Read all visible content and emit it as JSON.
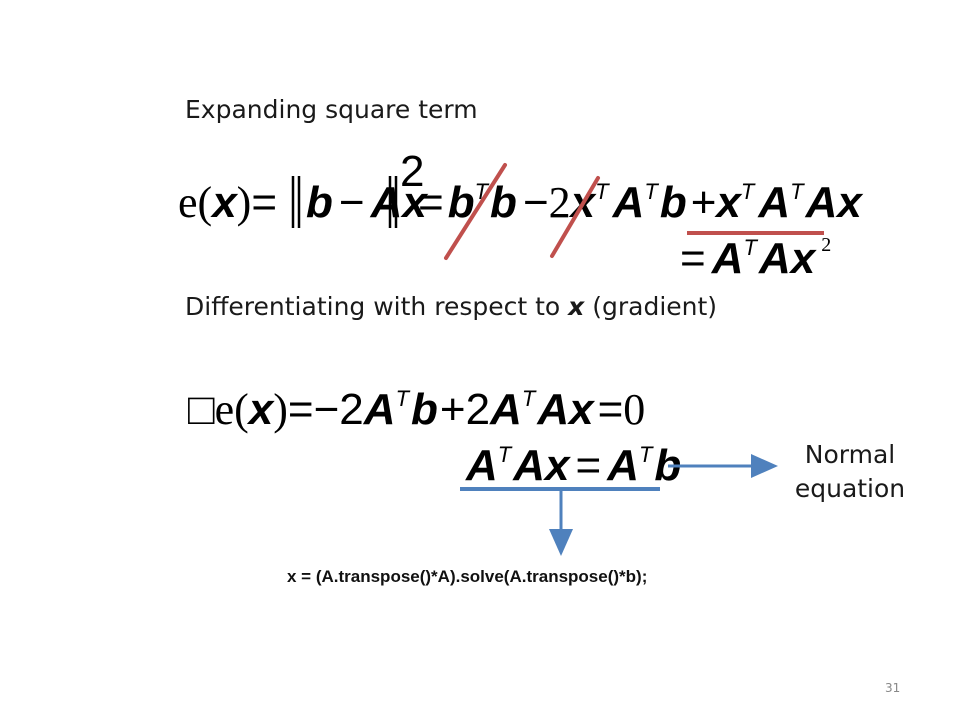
{
  "slide": {
    "heading_expand": "Expanding square term",
    "heading_diff_prefix": "Differentiating with respect to ",
    "heading_diff_var": "x",
    "heading_diff_suffix": "  (gradient)",
    "equation1": {
      "e": "e",
      "x": "x",
      "eq_norm": "=",
      "b": "b",
      "minus": "−",
      "A": "A",
      "rest_eq": "=",
      "T": "T",
      "two": "2",
      "plus": "+",
      "sq": "2"
    },
    "equation2": {
      "eq": "=",
      "A": "A",
      "T": "T",
      "Ax": "Ax",
      "sq": "2"
    },
    "gradient_eq": {
      "nabla": "□",
      "e": "e",
      "x": "x",
      "eq": "=",
      "neg2": "−2",
      "A": "A",
      "T": "T",
      "b": "b",
      "plus2": "+2",
      "Ax": "Ax",
      "zero": "0"
    },
    "normal_eq": {
      "A": "A",
      "T": "T",
      "Ax": "Ax",
      "eq": "=",
      "b": "b"
    },
    "normal_label_line1": "Normal",
    "normal_label_line2": "equation",
    "code_line": "x = (A.transpose()*A).solve(A.transpose()*b);",
    "page_number": "31"
  },
  "colors": {
    "strike": "#c0504d",
    "arrow": "#4f81bd"
  }
}
